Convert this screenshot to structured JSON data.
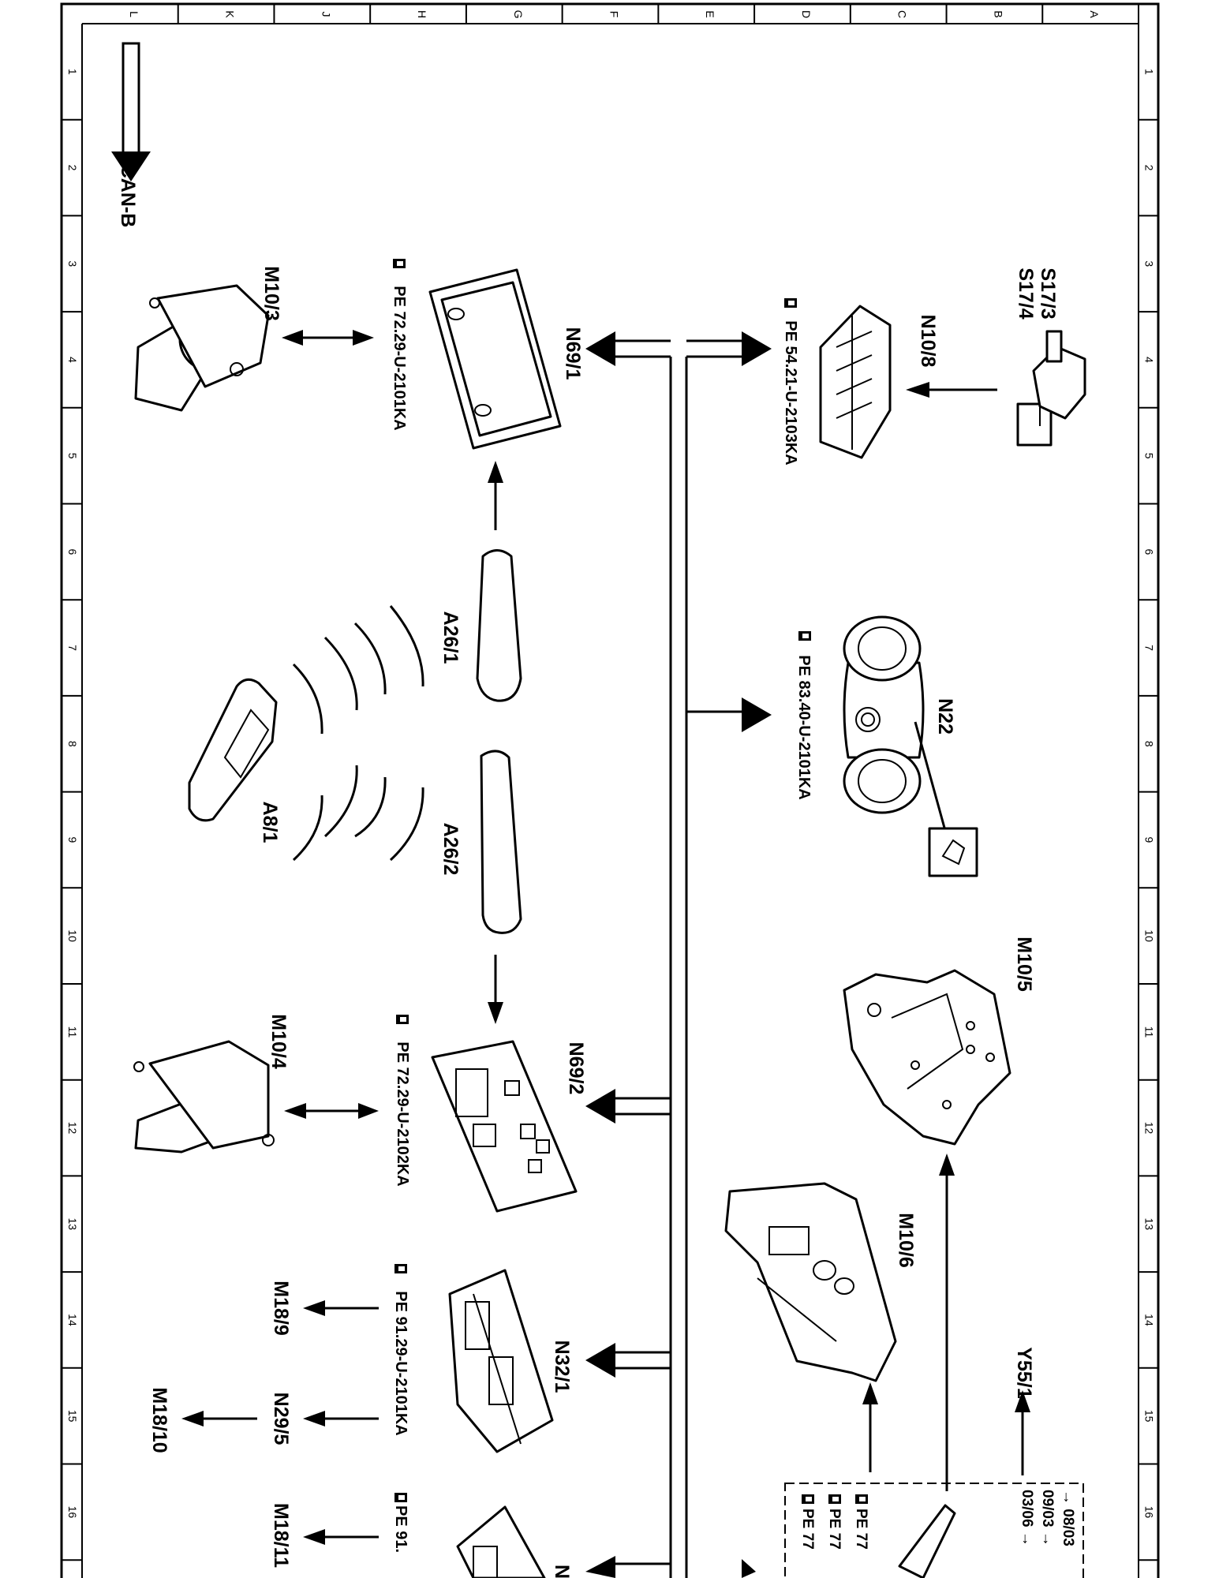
{
  "grid": {
    "columns": [
      "L",
      "K",
      "J",
      "H",
      "G",
      "F",
      "E",
      "D",
      "C",
      "B",
      "A"
    ],
    "rows": [
      "1",
      "2",
      "3",
      "4",
      "5",
      "6",
      "7",
      "8",
      "9",
      "10",
      "11",
      "12",
      "13",
      "14",
      "15",
      "16"
    ]
  },
  "bus": {
    "label": "CAN-B"
  },
  "components": {
    "s17": {
      "line1": "S17/3",
      "line2": "S17/4"
    },
    "n10_8": {
      "label": "N10/8",
      "ref": "PE 54.21-U-2103KA"
    },
    "n69_1": {
      "label": "N69/1",
      "ref": "PE 72.29-U-2101KA"
    },
    "m10_3": {
      "label": "M10/3"
    },
    "a26_1": {
      "label": "A26/1"
    },
    "a26_2": {
      "label": "A26/2"
    },
    "a8_1": {
      "label": "A8/1"
    },
    "n22": {
      "label": "N22",
      "ref": "PE 83.40-U-2101KA"
    },
    "m10_5": {
      "label": "M10/5"
    },
    "n69_2": {
      "label": "N69/2",
      "ref": "PE 72.29-U-2102KA"
    },
    "m10_4": {
      "label": "M10/4"
    },
    "m10_6": {
      "label": "M10/6"
    },
    "y55_1": {
      "label": "Y55/1"
    },
    "n32_1": {
      "label": "N32/1",
      "ref": "PE 91.29-U-2101KA"
    },
    "m18_9": {
      "label": "M18/9"
    },
    "n29_5": {
      "label": "N29/5"
    },
    "m18_10": {
      "label": "M18/10"
    },
    "m18_11": {
      "label": "M18/11"
    },
    "partial_n": {
      "label": "N"
    },
    "partial_ref": {
      "ref": "PE 91."
    }
  },
  "date_box": {
    "d1": "→ 08/03",
    "d2": "09/03 →",
    "d3": "03/06 →",
    "r1": "PE 77",
    "r2": "PE 77",
    "r3": "PE 77"
  }
}
